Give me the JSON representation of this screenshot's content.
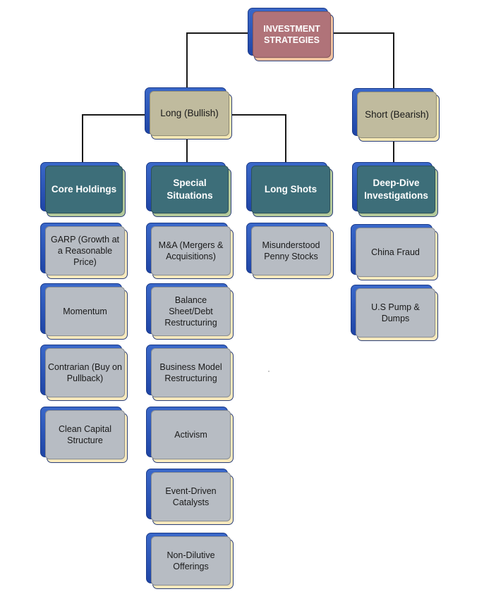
{
  "root": {
    "label": "INVESTMENT STRATEGIES"
  },
  "branches": [
    {
      "label": "Long (Bullish)",
      "categories": [
        {
          "label": "Core Holdings",
          "items": [
            "GARP (Growth at a Reasonable Price)",
            "Momentum",
            "Contrarian (Buy on Pullback)",
            "Clean Capital Structure"
          ]
        },
        {
          "label": "Special Situations",
          "items": [
            "M&A (Mergers & Acquisitions)",
            "Balance Sheet/Debt Restructuring",
            "Business Model Restructuring",
            "Activism",
            "Event-Driven Catalysts",
            "Non-Dilutive Offerings"
          ]
        },
        {
          "label": "Long Shots",
          "items": [
            "Misunderstood Penny Stocks"
          ]
        }
      ]
    },
    {
      "label": "Short (Bearish)",
      "categories": [
        {
          "label": "Deep-Dive Investigations",
          "items": [
            "China Fraud",
            "U.S Pump & Dumps"
          ]
        }
      ]
    }
  ],
  "colors": {
    "connector": "#1a1a1a",
    "root_face": "#b07379",
    "branch_face": "#c0bb9e",
    "category_face": "#3d6e79",
    "leaf_face": "#b7bcc3",
    "frame_blue": "#2a52b8"
  }
}
